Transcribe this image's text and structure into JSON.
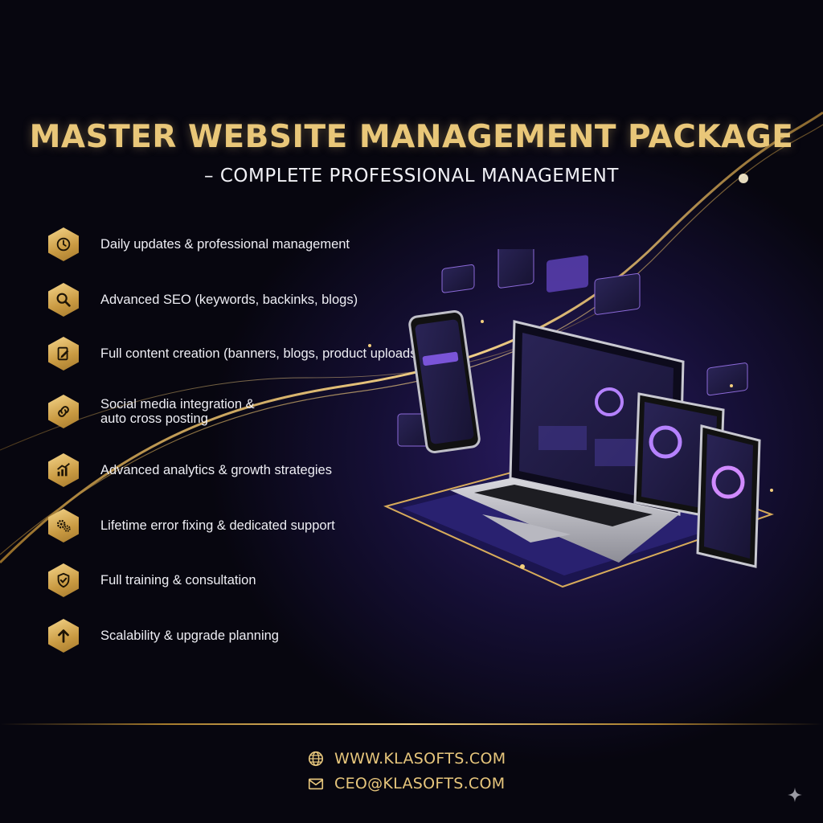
{
  "header": {
    "title": "MASTER WEBSITE MANAGEMENT PACKAGE",
    "subtitle": "– COMPLETE PROFESSIONAL MANAGEMENT"
  },
  "features": [
    {
      "icon": "clock-icon",
      "label": "Daily updates & professional management"
    },
    {
      "icon": "magnifier-icon",
      "label": "Advanced SEO (keywords, backinks, blogs)"
    },
    {
      "icon": "edit-document-icon",
      "label": "Full content creation (banners, blogs, product uploads)"
    },
    {
      "icon": "link-icon",
      "label": "Social media integration &\nauto cross posting"
    },
    {
      "icon": "growth-chart-icon",
      "label": "Advanced analytics & growth strategies"
    },
    {
      "icon": "gears-icon",
      "label": "Lifetime error fixing & dedicated support"
    },
    {
      "icon": "shield-check-icon",
      "label": "Full training & consultation"
    },
    {
      "icon": "arrow-up-icon",
      "label": "Scalability & upgrade planning"
    }
  ],
  "contact": {
    "website": "WWW.KLASOFTS.COM",
    "email": "CEO@KLASOFTS.COM"
  },
  "colors": {
    "gold": "#e9c779",
    "background": "#07060f",
    "purple_glow": "#2a1c63"
  }
}
